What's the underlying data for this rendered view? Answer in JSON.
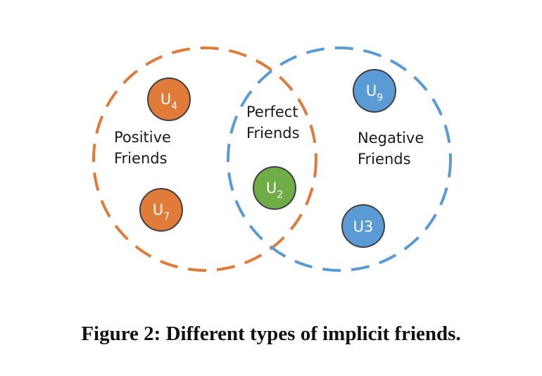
{
  "colors": {
    "positive": "#E07B39",
    "negative": "#5B9BD5",
    "perfect": "#70AD47",
    "node_outline": "#404040"
  },
  "regions": {
    "positive": {
      "line1": "Positive",
      "line2": "Friends"
    },
    "perfect": {
      "line1": "Perfect",
      "line2": "Friends"
    },
    "negative": {
      "line1": "Negative",
      "line2": "Friends"
    }
  },
  "users": {
    "u4": {
      "base": "U",
      "sub": "4"
    },
    "u7": {
      "base": "U",
      "sub": "7"
    },
    "u2": {
      "base": "U",
      "sub": "2"
    },
    "u9": {
      "base": "U",
      "sub": "9"
    },
    "u3": {
      "base": "U3",
      "sub": ""
    }
  },
  "caption": "Figure 2: Different types of implicit friends."
}
